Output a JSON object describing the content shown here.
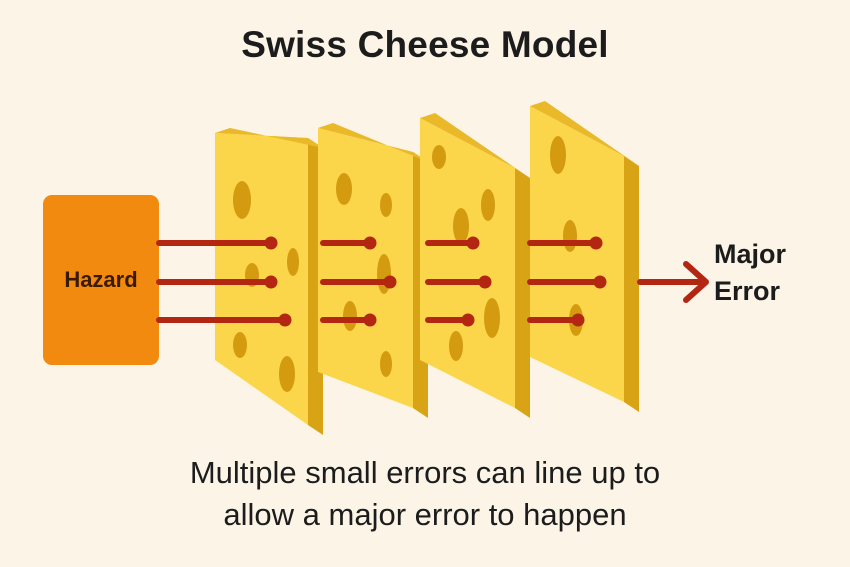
{
  "title": "Swiss Cheese Model",
  "hazard": {
    "label": "Hazard"
  },
  "outcome": {
    "line1": "Major",
    "line2": "Error"
  },
  "caption": {
    "line1": "Multiple small errors can line up to",
    "line2": "allow a major error to happen"
  },
  "layer_count": 4,
  "colors": {
    "background": "#fbf4e7",
    "hazard": "#f28a10",
    "cheese_face": "#fbd64b",
    "cheese_edge": "#d9a316",
    "cheese_top": "#e9b92a",
    "hole": "#d49b10",
    "arrow": "#b32712"
  }
}
